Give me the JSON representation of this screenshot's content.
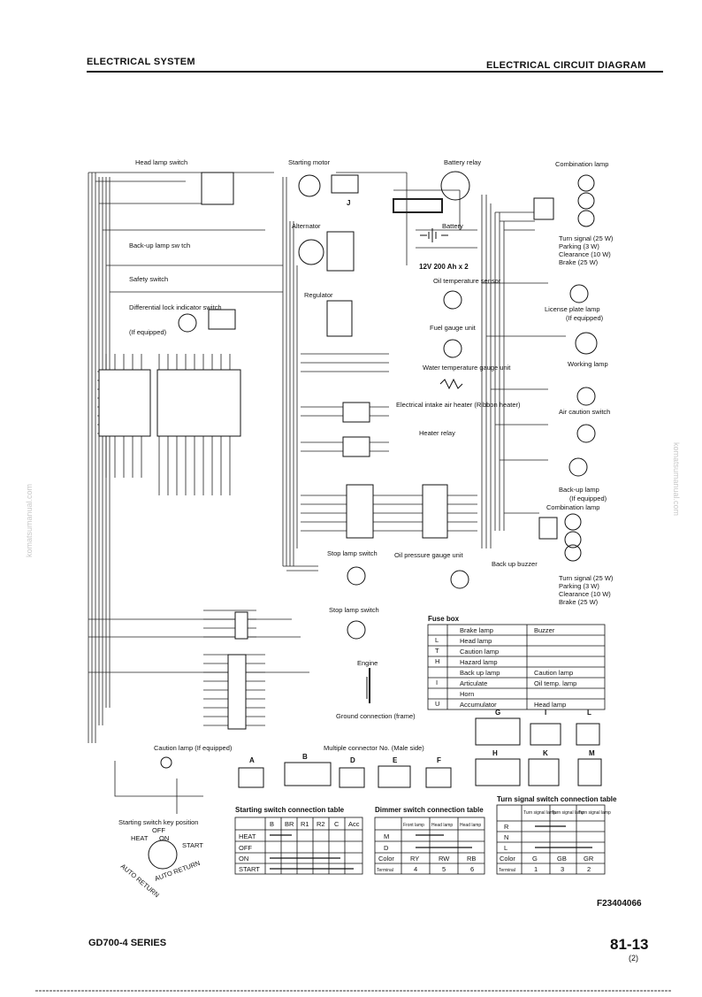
{
  "header": {
    "left": "ELECTRICAL SYSTEM",
    "right": "ELECTRICAL CIRCUIT DIAGRAM"
  },
  "footer": {
    "series": "GD700-4 SERIES",
    "page": "81-13",
    "sub": "(2)"
  },
  "figure_code": "F23404066",
  "watermark": "komatsumanual.com",
  "components": {
    "head_lamp_switch": "Head lamp switch",
    "starting_motor": "Starting motor",
    "battery_relay": "Battery relay",
    "combination_lamp": "Combination lamp",
    "alternator": "Alternator",
    "battery": "Battery",
    "battery_spec": "12V 200 Ah x 2",
    "turn_signal": "Turn signal (25 W)",
    "parking": "Parking (3 W)",
    "clearance": "Clearance (10 W)",
    "brake": "Brake (25 W)",
    "back_up_lamp_switch": "Back-up lamp sw tch",
    "oil_temp_sensor": "Oil temperature sensor",
    "safety_switch": "Safety switch",
    "regulator": "Regulator",
    "license_plate_lamp": "License plate lamp",
    "if_equipped": "(If equipped)",
    "diff_lock": "Differential lock indicator switch",
    "diff_lock_eq": "(If equipped)",
    "fuel_gauge_unit": "Fuel gauge unit",
    "working_lamp": "Working lamp",
    "water_temp_gauge": "Water temperature gauge unit",
    "intake_heater": "Electrical intake air heater (Ribbon heater)",
    "air_caution_switch": "Air caution switch",
    "heater_relay": "Heater relay",
    "back_up_lamp": "Back-up lamp",
    "back_up_lamp_eq": "(If equipped)",
    "combination_lamp_2": "Combination lamp",
    "stop_lamp_switch": "Stop lamp switch",
    "oil_pressure_gauge": "Oil pressure gauge unit",
    "back_up_buzzer": "Back up buzzer",
    "stop_lamp_switch_2": "Stop lamp switch",
    "turn_signal_2": "Turn signal (25 W)",
    "parking_2": "Parking (3 W)",
    "clearance_2": "Clearance (10 W)",
    "brake_2": "Brake (25 W)",
    "engine": "Engine",
    "ground_connection": "Ground connection (frame)",
    "caution_lamp": "Caution lamp (If equipped)",
    "multiple_connector": "Multiple connector No. (Male side)",
    "starting_switch_key": "Starting switch key position",
    "key_off": "OFF",
    "key_heat": "HEAT",
    "key_on": "ON",
    "key_start": "START",
    "auto_return_1": "AUTO RETURN",
    "auto_return_2": "AUTO RETURN"
  },
  "connectors": [
    "A",
    "B",
    "D",
    "E",
    "F",
    "G",
    "H",
    "K",
    "M",
    "I",
    "J",
    "L"
  ],
  "fuse_box": {
    "title": "Fuse box",
    "rows": [
      {
        "key": "",
        "left": "Brake lamp",
        "right": "Buzzer"
      },
      {
        "key": "L",
        "left": "Head lamp",
        "right": ""
      },
      {
        "key": "T",
        "left": "Caution lamp",
        "right": ""
      },
      {
        "key": "H",
        "left": "Hazard lamp",
        "right": ""
      },
      {
        "key": "",
        "left": "Back up lamp",
        "right": "Caution lamp"
      },
      {
        "key": "I",
        "left": "Articulate",
        "right": "Oil temp. lamp"
      },
      {
        "key": "",
        "left": "Horn",
        "right": ""
      },
      {
        "key": "U",
        "left": "Accumulator",
        "right": "Head lamp"
      }
    ]
  },
  "starting_switch_table": {
    "title": "Starting switch connection table",
    "headers": [
      "",
      "B",
      "BR",
      "R1",
      "R2",
      "C",
      "Acc"
    ],
    "rows": [
      "HEAT",
      "OFF",
      "ON",
      "START"
    ]
  },
  "dimmer_switch_table": {
    "title": "Dimmer switch connection table",
    "headers": [
      "",
      "Front lamp",
      "Head lamp",
      "Head lamp"
    ],
    "rows": [
      "M",
      "D",
      "Color",
      "Terminal"
    ],
    "color_values": [
      "RY",
      "RW",
      "RB"
    ],
    "terminal_values": [
      "4",
      "5",
      "6"
    ]
  },
  "turn_signal_table": {
    "title": "Turn signal switch connection table",
    "headers": [
      "",
      "Turn signal lamp",
      "Turn signal lamp",
      "Turn signal lamp"
    ],
    "rows": [
      "R",
      "N",
      "L",
      "Color",
      "Terminal"
    ],
    "color_values": [
      "G",
      "GB",
      "GR"
    ],
    "terminal_values": [
      "1",
      "3",
      "2"
    ]
  }
}
